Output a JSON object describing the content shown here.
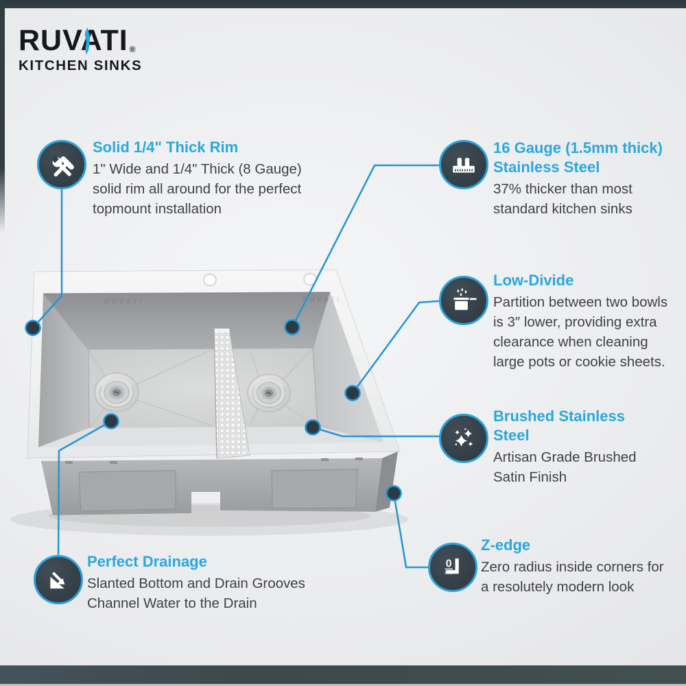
{
  "brand": {
    "name": "RUVATI",
    "registered": "®",
    "tagline": "KITCHEN SINKS"
  },
  "sink": {
    "watermark": "RUVATI"
  },
  "colors": {
    "accent_line": "#2196d8",
    "title_blue": "#2aa7e0",
    "icon_ring": "#29a3dc",
    "icon_bg": "#36424a",
    "top_bar": "#313d43",
    "bottom_bar": "#3e4c4e",
    "background": "#ecedef",
    "body_text": "#3f4245"
  },
  "callouts": [
    {
      "icon": "tools-icon",
      "title": "Solid 1/4\" Thick Rim",
      "body": "1\" Wide and 1/4\" Thick (8 Gauge) solid rim all around for the perfect topmount installation"
    },
    {
      "icon": "gauge-ruler-icon",
      "title": "16 Gauge (1.5mm thick) Stainless Steel",
      "body": "37% thicker than most standard kitchen sinks"
    },
    {
      "icon": "pot-steam-icon",
      "title": "Low-Divide",
      "body": "Partition between two bowls is 3″ lower, providing extra clearance when cleaning large pots or cookie sheets."
    },
    {
      "icon": "sparkles-icon",
      "title": "Brushed Stainless Steel",
      "body": "Artisan Grade Brushed Satin Finish"
    },
    {
      "icon": "zero-radius-icon",
      "title": "Z-edge",
      "body": "Zero radius inside corners for a resolutely modern look",
      "icon_zero": "0",
      "icon_unit": "mm"
    },
    {
      "icon": "drain-slope-icon",
      "title": "Perfect Drainage",
      "body": "Slanted Bottom and Drain Grooves Channel Water to the Drain"
    }
  ]
}
